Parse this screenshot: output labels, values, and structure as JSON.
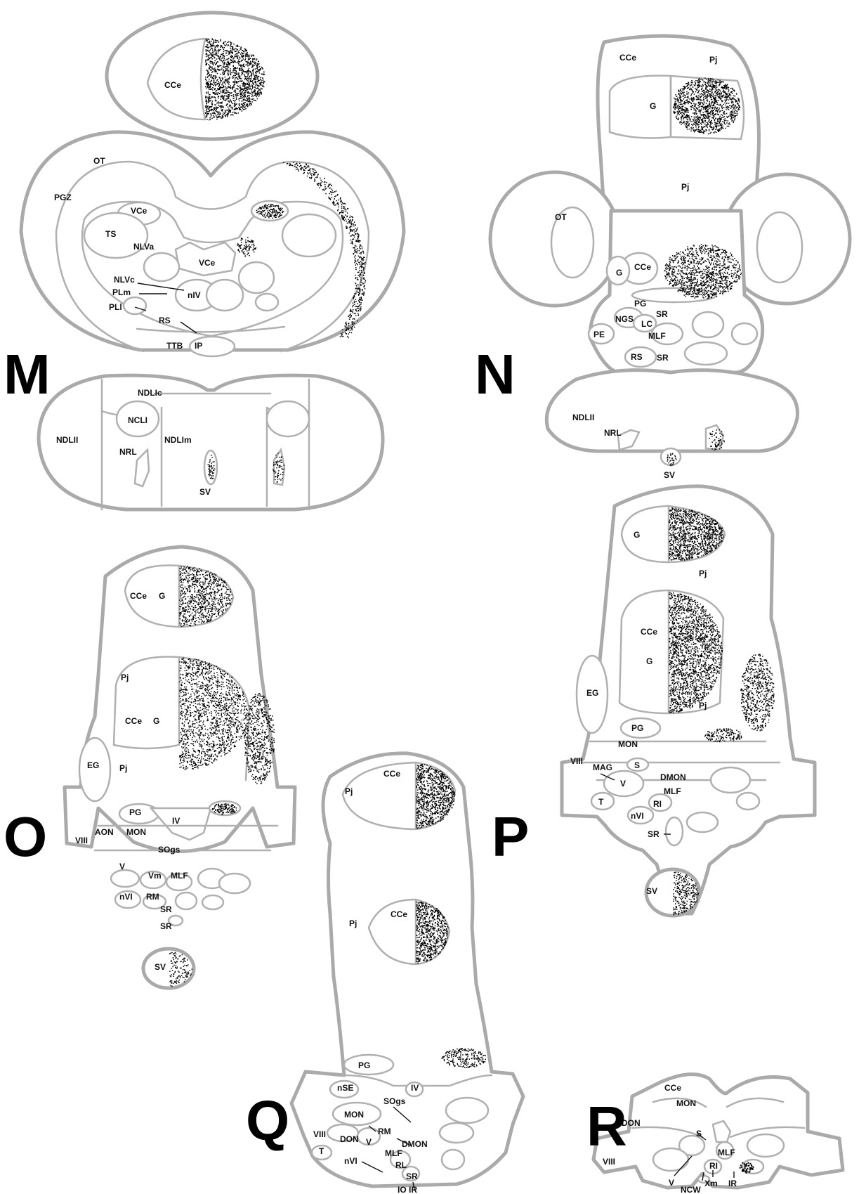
{
  "panels": {
    "M": {
      "letter": "M",
      "labels": [
        "CCe",
        "OT",
        "PGZ",
        "VCe",
        "TS",
        "NLVa",
        "VCe",
        "NLVc",
        "PLm",
        "nIV",
        "PLl",
        "RS",
        "TTB",
        "IP",
        "NDLIc",
        "NCLI",
        "NDLII",
        "NDLIm",
        "NRL",
        "SV"
      ]
    },
    "N": {
      "letter": "N",
      "labels": [
        "CCe",
        "Pj",
        "G",
        "Pj",
        "OT",
        "G",
        "CCe",
        "PG",
        "SR",
        "NGS",
        "LC",
        "PE",
        "MLF",
        "RS",
        "SR",
        "NDLII",
        "NRL",
        "SV"
      ]
    },
    "O": {
      "letter": "O",
      "labels": [
        "CCe",
        "G",
        "Pj",
        "CCe",
        "G",
        "EG",
        "Pj",
        "PG",
        "IV",
        "VIII",
        "AON",
        "MON",
        "SOgs",
        "V",
        "Vm",
        "MLF",
        "nVI",
        "RM",
        "SR",
        "SR",
        "SV"
      ]
    },
    "P": {
      "letter": "P",
      "labels": [
        "G",
        "Pj",
        "CCe",
        "G",
        "Pj",
        "EG",
        "PG",
        "MON",
        "VIII",
        "MAG",
        "S",
        "V",
        "DMON",
        "MLF",
        "T",
        "RI",
        "nVI",
        "SR",
        "SV"
      ]
    },
    "Q": {
      "letter": "Q",
      "labels": [
        "CCe",
        "Pj",
        "CCe",
        "Pj",
        "PG",
        "nSE",
        "IV",
        "SOgs",
        "MON",
        "VIII",
        "DON",
        "RM",
        "V",
        "DMON",
        "MLF",
        "T",
        "nVI",
        "RL",
        "SR",
        "IO",
        "IR"
      ]
    },
    "R": {
      "letter": "R",
      "labels": [
        "CCe",
        "MON",
        "DON",
        "S",
        "VIII",
        "MLF",
        "RI",
        "V",
        "NCW",
        "Xm",
        "IR"
      ]
    }
  },
  "colors": {
    "outline": "#aaaaaa",
    "region": "#b0b0b0",
    "label": "#111111",
    "cells": "#000000"
  }
}
